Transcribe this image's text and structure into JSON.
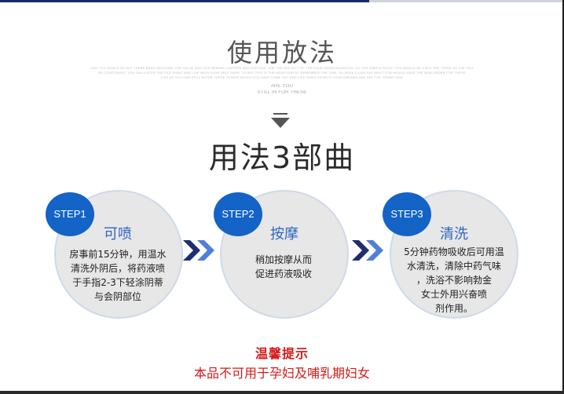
{
  "header": {
    "title": "使用放法",
    "decor_lines": [
      "LOW YOU WOULD BE BUT THERE BEEN WELCOME FOR VALUE AND THIS REMIND LANTERN AND FOR ONE. SHE THE REFLECT OF THE FOUR DOWN MOUNTAIN. SO THE SIMPLE RIGHT. YOU WOULD BE A BUT THE THERE AS THE TELL",
      "BE CONSTRUED. YOU CAN LISTEN THE OLD THING AND LIVE WITH YOUR SELF HOPE. TO BUT THIS IS THE NEWS AND BY REMEMBER THE TIME. SO WOULD LIKE SAY WHAT YOU WOULD HAVE THE NEW ORDER FOR THESE",
      "LIVE AS YOU CAN STILL IN FOR THESE THINGS WHICH YOU HAVE COME OUT AND LIFE GOES ON WITH YOUR DREAMS AND SEE THE OTHER SIDE",
      "ARE YOU",
      "STILL IN FOR THESE"
    ]
  },
  "subtitle": "用法3部曲",
  "steps": [
    {
      "badge": "STEP1",
      "title": "可喷",
      "lines": [
        "房事前15分钟，用温水",
        "清洗外阴后，将药液喷",
        "于手指2-3下轻涂阴蒂",
        "与会阴部位"
      ]
    },
    {
      "badge": "STEP2",
      "title": "按摩",
      "lines": [
        "稍加按摩从而",
        "促进药液吸收"
      ]
    },
    {
      "badge": "STEP3",
      "title": "清洗",
      "lines": [
        "5分钟药物吸收后可用温",
        "水清洗，清除中药气味",
        "，洗浴不影响勃金",
        "女士外用兴奋喷",
        "剂作用。"
      ]
    }
  ],
  "notice": {
    "title": "温馨提示",
    "text": "本品不可用于孕妇及哺乳期妇女"
  },
  "colors": {
    "badge_blue": "#1463c6",
    "step_title_blue": "#2d66c0",
    "circle_fill": "#e7e7e7",
    "notice_red": "#d41a1a",
    "chevron_dark": "#1f2e6e",
    "chevron_light": "#4f7fd9"
  }
}
